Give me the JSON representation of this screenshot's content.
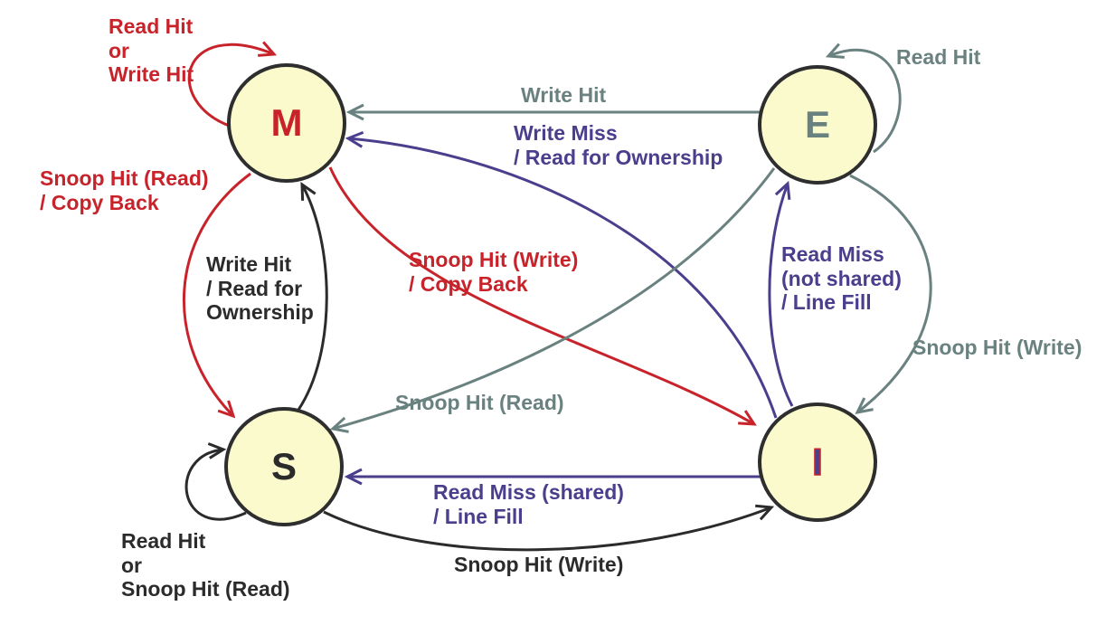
{
  "diagram_type": "state-machine",
  "states": [
    {
      "id": "M",
      "label": "M",
      "color": "#C8232B"
    },
    {
      "id": "E",
      "label": "E",
      "color": "#69817F"
    },
    {
      "id": "S",
      "label": "S",
      "color": "#2B2B2B"
    },
    {
      "id": "I",
      "label": "I",
      "color": "#4A3E8D"
    }
  ],
  "transitions": {
    "m_self": {
      "from": "M",
      "to": "M",
      "color": "#C8232B",
      "label": "Read Hit\nor\nWrite Hit"
    },
    "e_self": {
      "from": "E",
      "to": "E",
      "color": "#69817F",
      "label": "Read Hit"
    },
    "e_to_m": {
      "from": "E",
      "to": "M",
      "color": "#69817F",
      "label": "Write Hit"
    },
    "i_to_m": {
      "from": "I",
      "to": "M",
      "color": "#4A3E8D",
      "label": "Write Miss\n/ Read for Ownership"
    },
    "m_to_s": {
      "from": "M",
      "to": "S",
      "color": "#C8232B",
      "label": "Snoop Hit (Read)\n/ Copy Back"
    },
    "s_to_m": {
      "from": "S",
      "to": "M",
      "color": "#2B2B2B",
      "label": "Write Hit\n/ Read for\nOwnership"
    },
    "m_to_i": {
      "from": "M",
      "to": "I",
      "color": "#C8232B",
      "label": "Snoop Hit (Write)\n/ Copy Back"
    },
    "i_to_e": {
      "from": "I",
      "to": "E",
      "color": "#4A3E8D",
      "label": "Read Miss\n(not shared)\n/ Line Fill"
    },
    "e_to_i": {
      "from": "E",
      "to": "I",
      "color": "#69817F",
      "label": "Snoop Hit (Write)"
    },
    "e_to_s": {
      "from": "E",
      "to": "S",
      "color": "#69817F",
      "label": "Snoop Hit (Read)"
    },
    "i_to_s": {
      "from": "I",
      "to": "S",
      "color": "#4A3E8D",
      "label": "Read Miss (shared)\n/ Line Fill"
    },
    "s_to_i": {
      "from": "S",
      "to": "I",
      "color": "#2B2B2B",
      "label": "Snoop Hit (Write)"
    },
    "s_self": {
      "from": "S",
      "to": "S",
      "color": "#2B2B2B",
      "label": "Read Hit\nor\nSnoop Hit (Read)"
    }
  },
  "palette": {
    "red": "#C8232B",
    "slate": "#69817F",
    "purple": "#4A3E8D",
    "black": "#2B2B2B",
    "state_fill": "#FAFACD",
    "state_border": "#2E2E2E",
    "background": "#FFFFFF"
  }
}
